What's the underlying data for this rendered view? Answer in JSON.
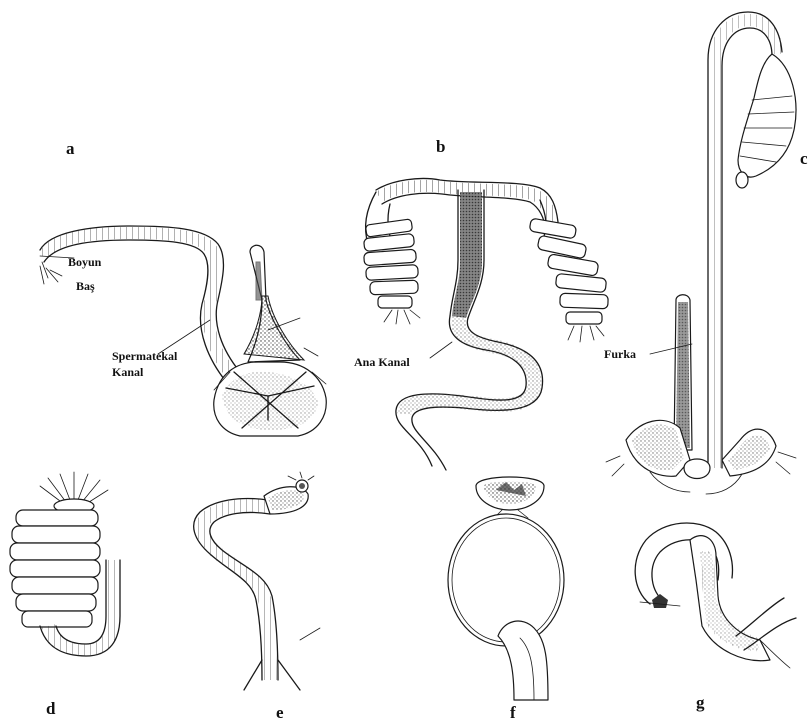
{
  "panels": {
    "a": "a",
    "b": "b",
    "c": "c",
    "d": "d",
    "e": "e",
    "f": "f",
    "g": "g"
  },
  "labels": {
    "boyun": "Boyun",
    "bas": "Baş",
    "spermatekal_line1": "Spermatekal",
    "spermatekal_line2": "Kanal",
    "ana_kanal": "Ana Kanal",
    "furka": "Furka"
  }
}
